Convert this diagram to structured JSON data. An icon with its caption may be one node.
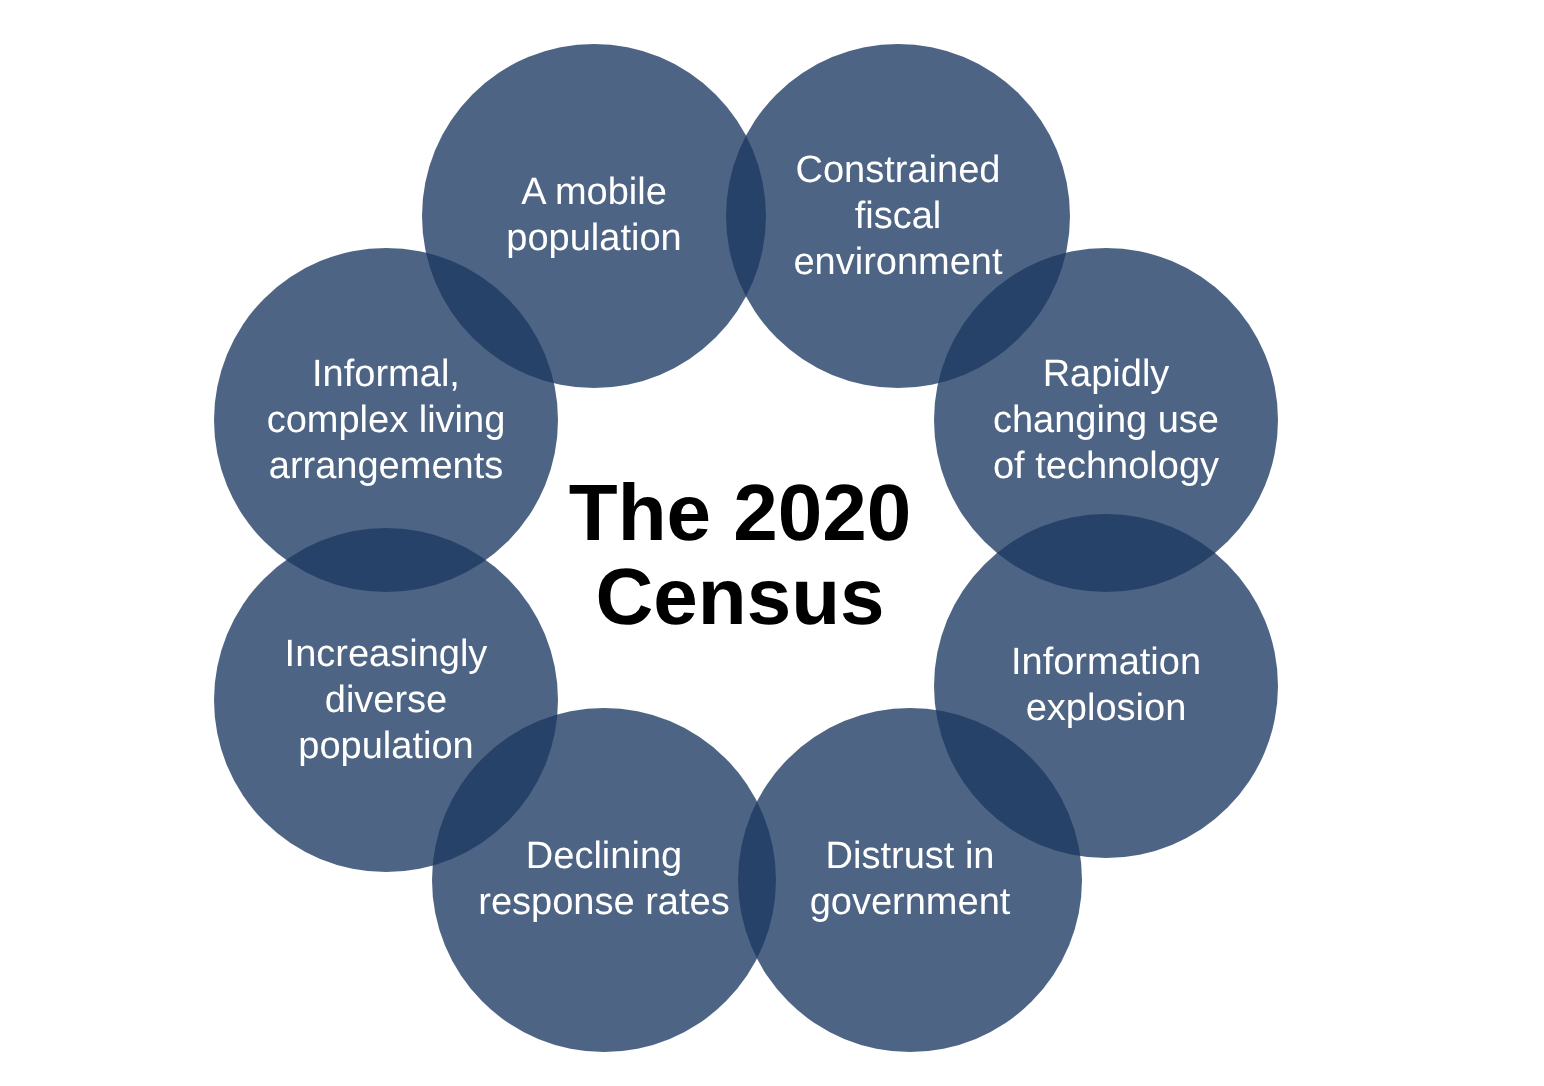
{
  "diagram": {
    "title": "The 2020 Census",
    "nodes": [
      {
        "text": [
          "A mobile population"
        ]
      },
      {
        "text": [
          "Constrained fiscal environment"
        ]
      },
      {
        "text": [
          "Rapidly changing use of technology"
        ]
      },
      {
        "text": [
          "Information explosion"
        ]
      },
      {
        "text": [
          "Distrust in government"
        ]
      },
      {
        "text": [
          "Declining response rates"
        ]
      },
      {
        "text": [
          "Increasingly diverse population"
        ]
      },
      {
        "text": [
          "Informal, complex living arrangements"
        ]
      }
    ]
  }
}
